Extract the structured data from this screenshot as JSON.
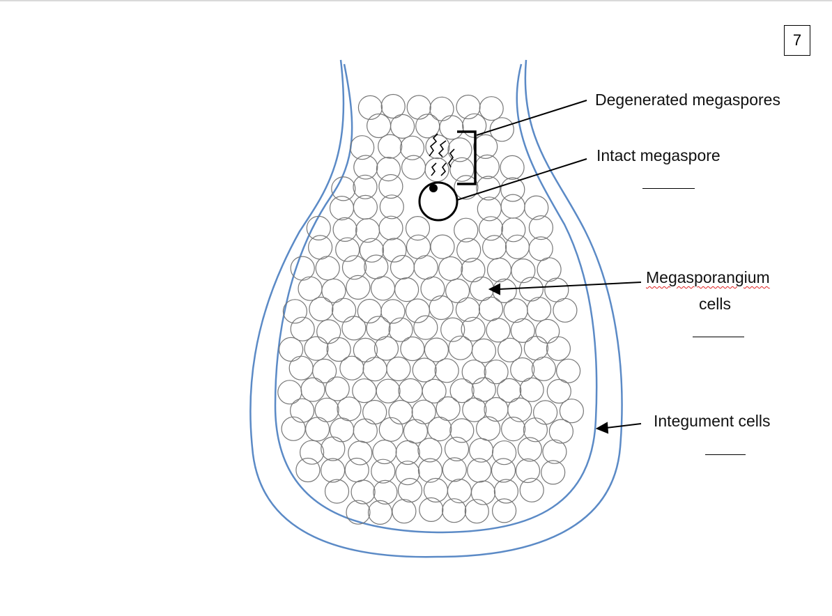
{
  "page_number": "7",
  "labels": {
    "degenerated": "Degenerated megaspores",
    "intact": "Intact megaspore",
    "megasporangium_line1": "Megasporangium",
    "megasporangium_line2": "cells",
    "integument": "Integument  cells"
  },
  "colors": {
    "integument_outline": "#5b8ac6",
    "cell_outline": "#777777",
    "ink": "#000000",
    "spellcheck": "#e02020"
  }
}
